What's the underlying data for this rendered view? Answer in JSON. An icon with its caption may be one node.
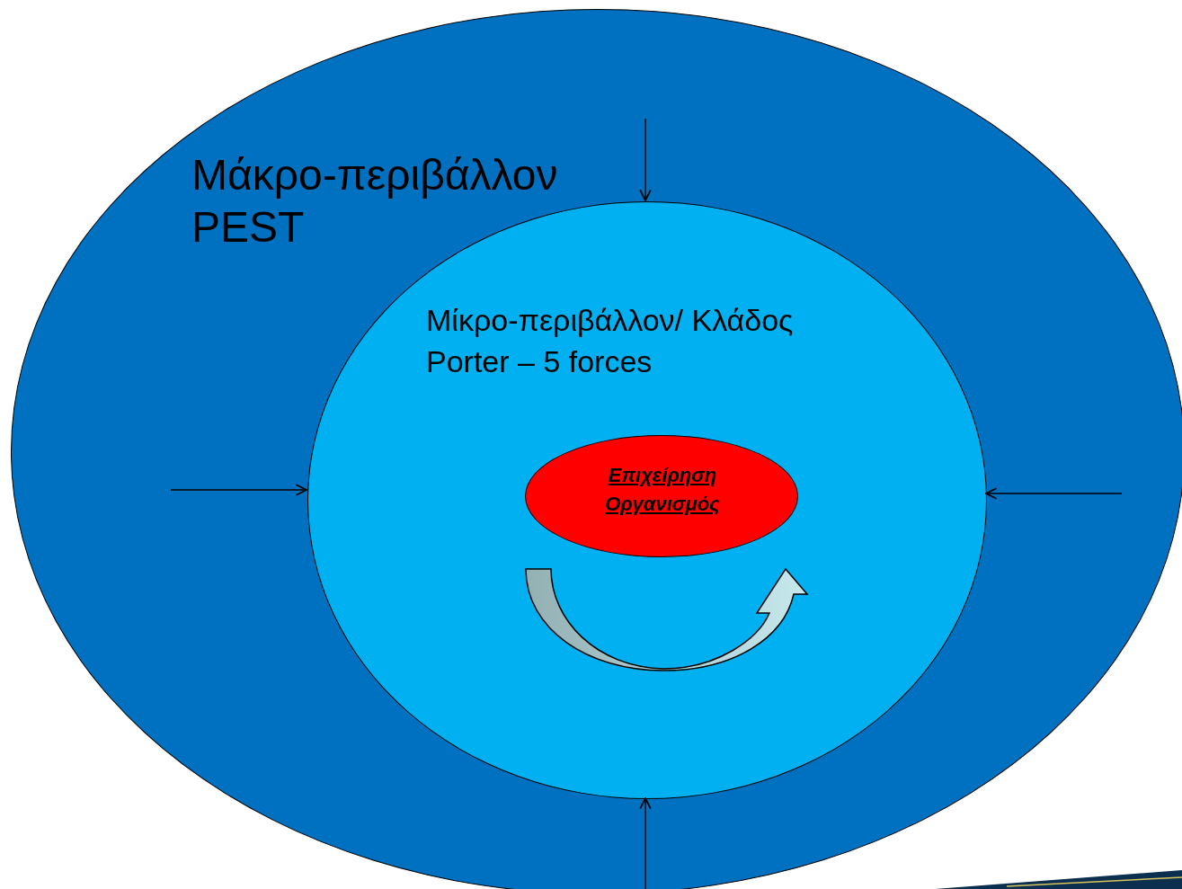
{
  "diagram": {
    "nodes": [
      {
        "text": [
          "Μάκρο-περιβάλλον",
          "PEST"
        ]
      },
      {
        "text": [
          "Μίκρο-περιβάλλον/ Κλάδος Porter – 5 forces"
        ],
        "in": 0
      },
      {
        "text": [
          "Επιχείρηση Οργανισμός"
        ],
        "in": 1
      }
    ],
    "edges": [
      {
        "from": null,
        "to": 1,
        "arrow": "to"
      },
      {
        "from": null,
        "to": 1,
        "arrow": "to"
      },
      {
        "from": null,
        "to": 1,
        "arrow": "to"
      },
      {
        "from": null,
        "to": 1,
        "arrow": "to"
      }
    ]
  }
}
